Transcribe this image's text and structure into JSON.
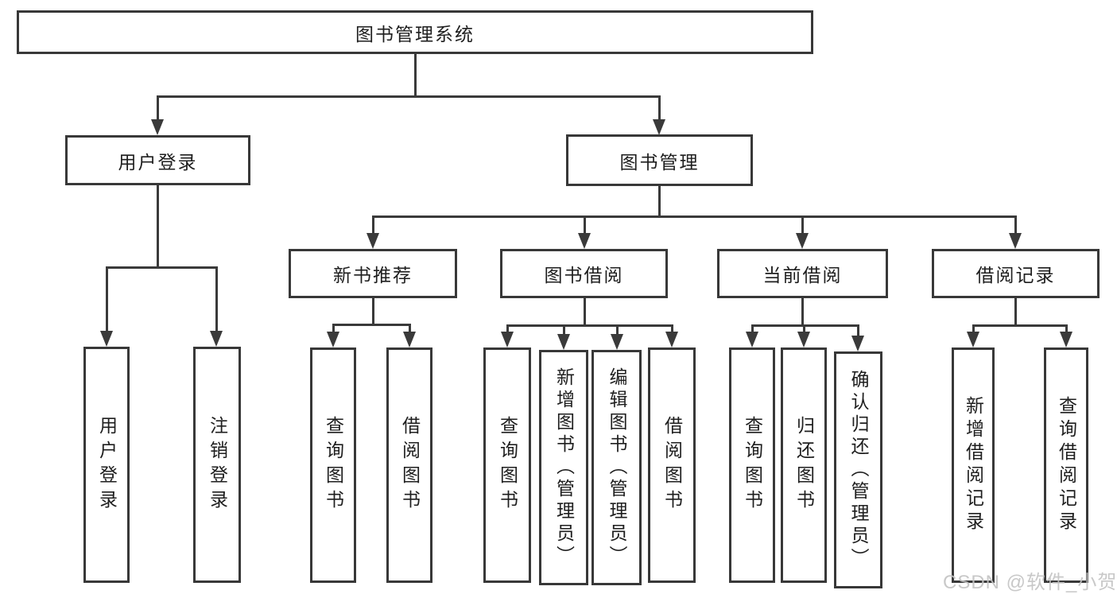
{
  "tree": {
    "root": {
      "label": "图书管理系统"
    },
    "children": [
      {
        "label": "用户登录",
        "children": [
          {
            "label": "用户登录"
          },
          {
            "label": "注销登录"
          }
        ]
      },
      {
        "label": "图书管理",
        "children": [
          {
            "label": "新书推荐",
            "children": [
              {
                "label": "查询图书"
              },
              {
                "label": "借阅图书"
              }
            ]
          },
          {
            "label": "图书借阅",
            "children": [
              {
                "label": "查询图书"
              },
              {
                "label": "新增图书（管理员）"
              },
              {
                "label": "编辑图书（管理员）"
              },
              {
                "label": "借阅图书"
              }
            ]
          },
          {
            "label": "当前借阅",
            "children": [
              {
                "label": "查询图书"
              },
              {
                "label": "归还图书"
              },
              {
                "label": "确认归还（管理员）"
              }
            ]
          },
          {
            "label": "借阅记录",
            "children": [
              {
                "label": "新增借阅记录"
              },
              {
                "label": "查询借阅记录"
              }
            ]
          }
        ]
      }
    ]
  },
  "watermark": {
    "text": "CSDN @软件_小贺同学",
    "color": "#c3c3c3"
  },
  "colors": {
    "line": "#3a3a3a",
    "box_border": "#383838",
    "text": "#1e1e1e",
    "background": "#ffffff"
  }
}
